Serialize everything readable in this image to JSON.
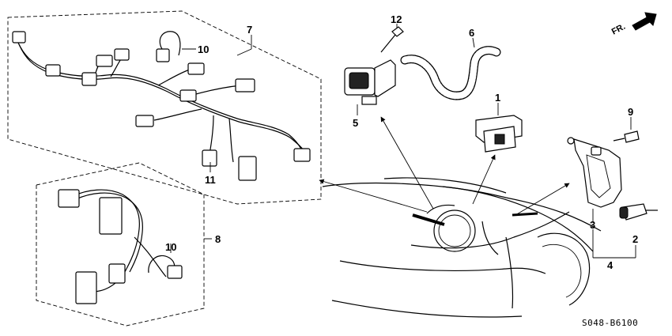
{
  "diagram": {
    "drawing_code": "S048-B6100",
    "direction_label": "FR.",
    "callouts": {
      "c1": "1",
      "c2": "2",
      "c3": "3",
      "c4": "4",
      "c5": "5",
      "c6": "6",
      "c7": "7",
      "c8": "8",
      "c9": "9",
      "c10a": "10",
      "c10b": "10",
      "c11": "11",
      "c12": "12"
    }
  }
}
